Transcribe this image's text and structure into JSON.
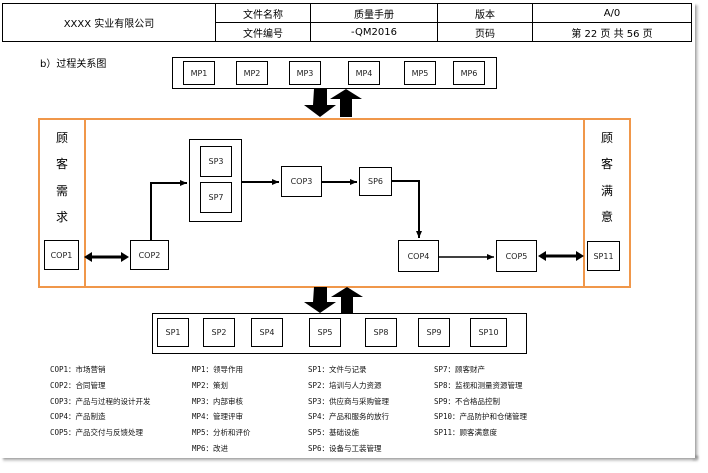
{
  "header": {
    "company": "XXXX 实业有限公司",
    "doc_name_label": "文件名称",
    "doc_name_value": "质量手册",
    "version_label": "版本",
    "version_value": "A/0",
    "doc_no_label": "文件编号",
    "doc_no_value": "-QM2016",
    "page_label": "页码",
    "page_value": "第 22 页   共 56 页"
  },
  "section_title": "b）过程关系图",
  "diagram": {
    "management_processes": [
      "MP1",
      "MP2",
      "MP3",
      "MP4",
      "MP5",
      "MP6"
    ],
    "support_processes": [
      "SP1",
      "SP2",
      "SP4",
      "SP5",
      "SP8",
      "SP9",
      "SP10"
    ],
    "customer_requirement": [
      "顾",
      "客",
      "需",
      "求"
    ],
    "customer_satisfaction": [
      "顾",
      "客",
      "满",
      "意"
    ],
    "nodes": {
      "cop1": "COP1",
      "cop2": "COP2",
      "sp3": "SP3",
      "sp7": "SP7",
      "cop3": "COP3",
      "sp6": "SP6",
      "cop4": "COP4",
      "cop5": "COP5",
      "sp11": "SP11"
    },
    "colors": {
      "frame_accent": "#f0974a",
      "line": "#000000"
    }
  },
  "legend": {
    "col1": [
      "COP1：市场营销",
      "COP2：合同管理",
      "COP3：产品与过程的设计开发",
      "COP4：产品制造",
      "COP5：产品交付与反馈处理"
    ],
    "col2": [
      "MP1：领导作用",
      "MP2：策划",
      "MP3：内部审核",
      "MP4：管理评审",
      "MP5：分析和评价",
      "MP6：改进"
    ],
    "col3": [
      "SP1：文件与记录",
      "SP2：培训与人力资源",
      "SP3：供应商与采购管理",
      "SP4：产品和服务的放行",
      "SP5：基础设施",
      "SP6：设备与工装管理"
    ],
    "col4": [
      "SP7：顾客财产",
      "SP8：监视和测量资源管理",
      "SP9：不合格品控制",
      "SP10：产品防护和仓储管理",
      "SP11：顾客满意度"
    ]
  }
}
